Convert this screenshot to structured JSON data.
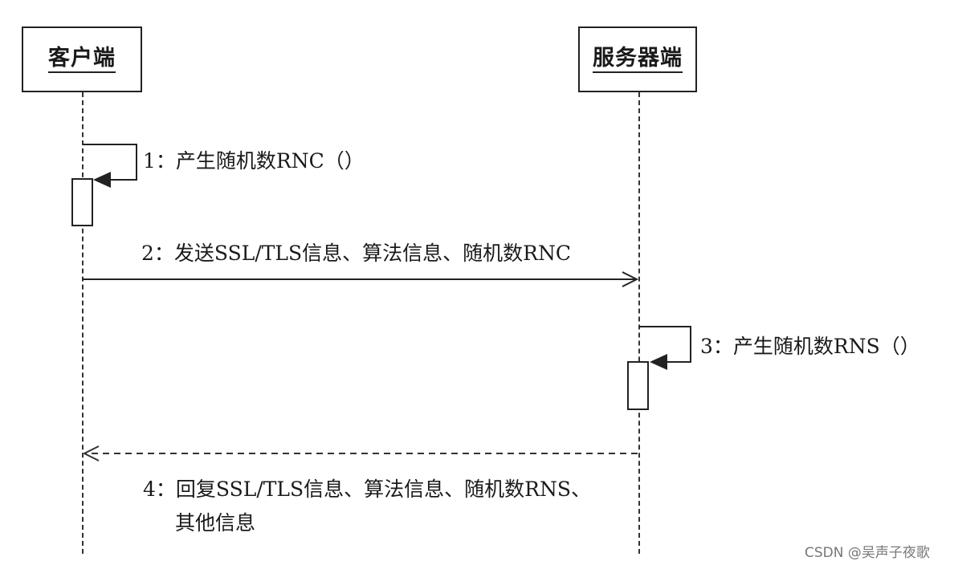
{
  "participants": {
    "client": "客户端",
    "server": "服务器端"
  },
  "messages": {
    "m1": "1：产生随机数RNC（）",
    "m2": "2：发送SSL/TLS信息、算法信息、随机数RNC",
    "m3": "3：产生随机数RNS（）",
    "m4_line1": "4：回复SSL/TLS信息、算法信息、随机数RNS、",
    "m4_line2": "其他信息"
  },
  "watermark": "CSDN @吴声子夜歌"
}
